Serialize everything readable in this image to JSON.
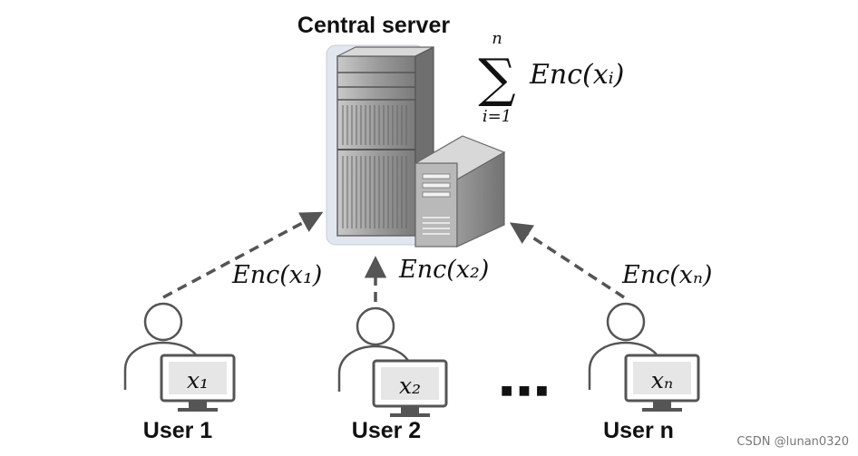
{
  "server": {
    "title": "Central server",
    "sum_upper": "n",
    "sum_lower": "i=1",
    "sum_symbol": "∑",
    "sum_expression": "Enc(xᵢ)"
  },
  "edges": [
    {
      "label": "Enc(x₁)"
    },
    {
      "label": "Enc(x₂)"
    },
    {
      "label": "Enc(xₙ)"
    }
  ],
  "users": [
    {
      "label": "User 1",
      "screen_text": "x₁"
    },
    {
      "label": "User 2",
      "screen_text": "x₂"
    },
    {
      "label": "User n",
      "screen_text": "xₙ"
    }
  ],
  "ellipsis": "■ ■ ■",
  "watermark": "CSDN @lunan0320",
  "colors": {
    "arrow": "#555555",
    "server_light": "#d6d6d6",
    "server_dark": "#6f6f6f",
    "server_halo": "#dfe3ec",
    "outline": "#555555"
  }
}
